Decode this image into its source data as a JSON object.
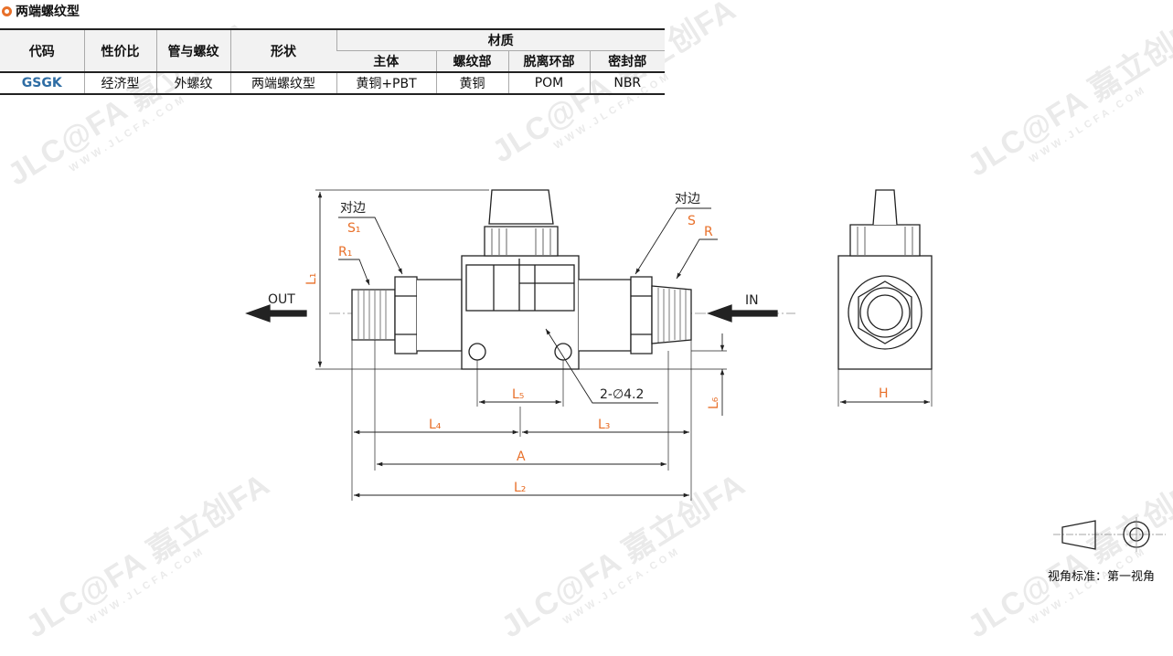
{
  "title": "两端螺纹型",
  "table": {
    "headers": [
      "代码",
      "性价比",
      "管与螺纹",
      "形状",
      "材质"
    ],
    "material_sub": [
      "主体",
      "螺纹部",
      "脱离环部",
      "密封部"
    ],
    "row": [
      "GSGK",
      "经济型",
      "外螺纹",
      "两端螺纹型",
      "黄铜+PBT",
      "黄铜",
      "POM",
      "NBR"
    ]
  },
  "drawing": {
    "labels": {
      "across_flats_left": "对边",
      "across_flats_right": "对边",
      "s1": "S₁",
      "r1": "R₁",
      "s": "S",
      "r": "R",
      "l1": "L₁",
      "out": "OUT",
      "in": "IN",
      "l5": "L₅",
      "holes": "2-∅4.2",
      "l6": "L₆",
      "l4": "L₄",
      "l3": "L₃",
      "a": "A",
      "l2": "L₂",
      "h": "H"
    }
  },
  "view_standard": "视角标准：第一视角",
  "watermark": {
    "brand": "JLC@FA 嘉立创FA",
    "url": "WWW.JLCFA.COM"
  },
  "colors": {
    "accent": "#e8702a",
    "code": "#2e6da4"
  }
}
